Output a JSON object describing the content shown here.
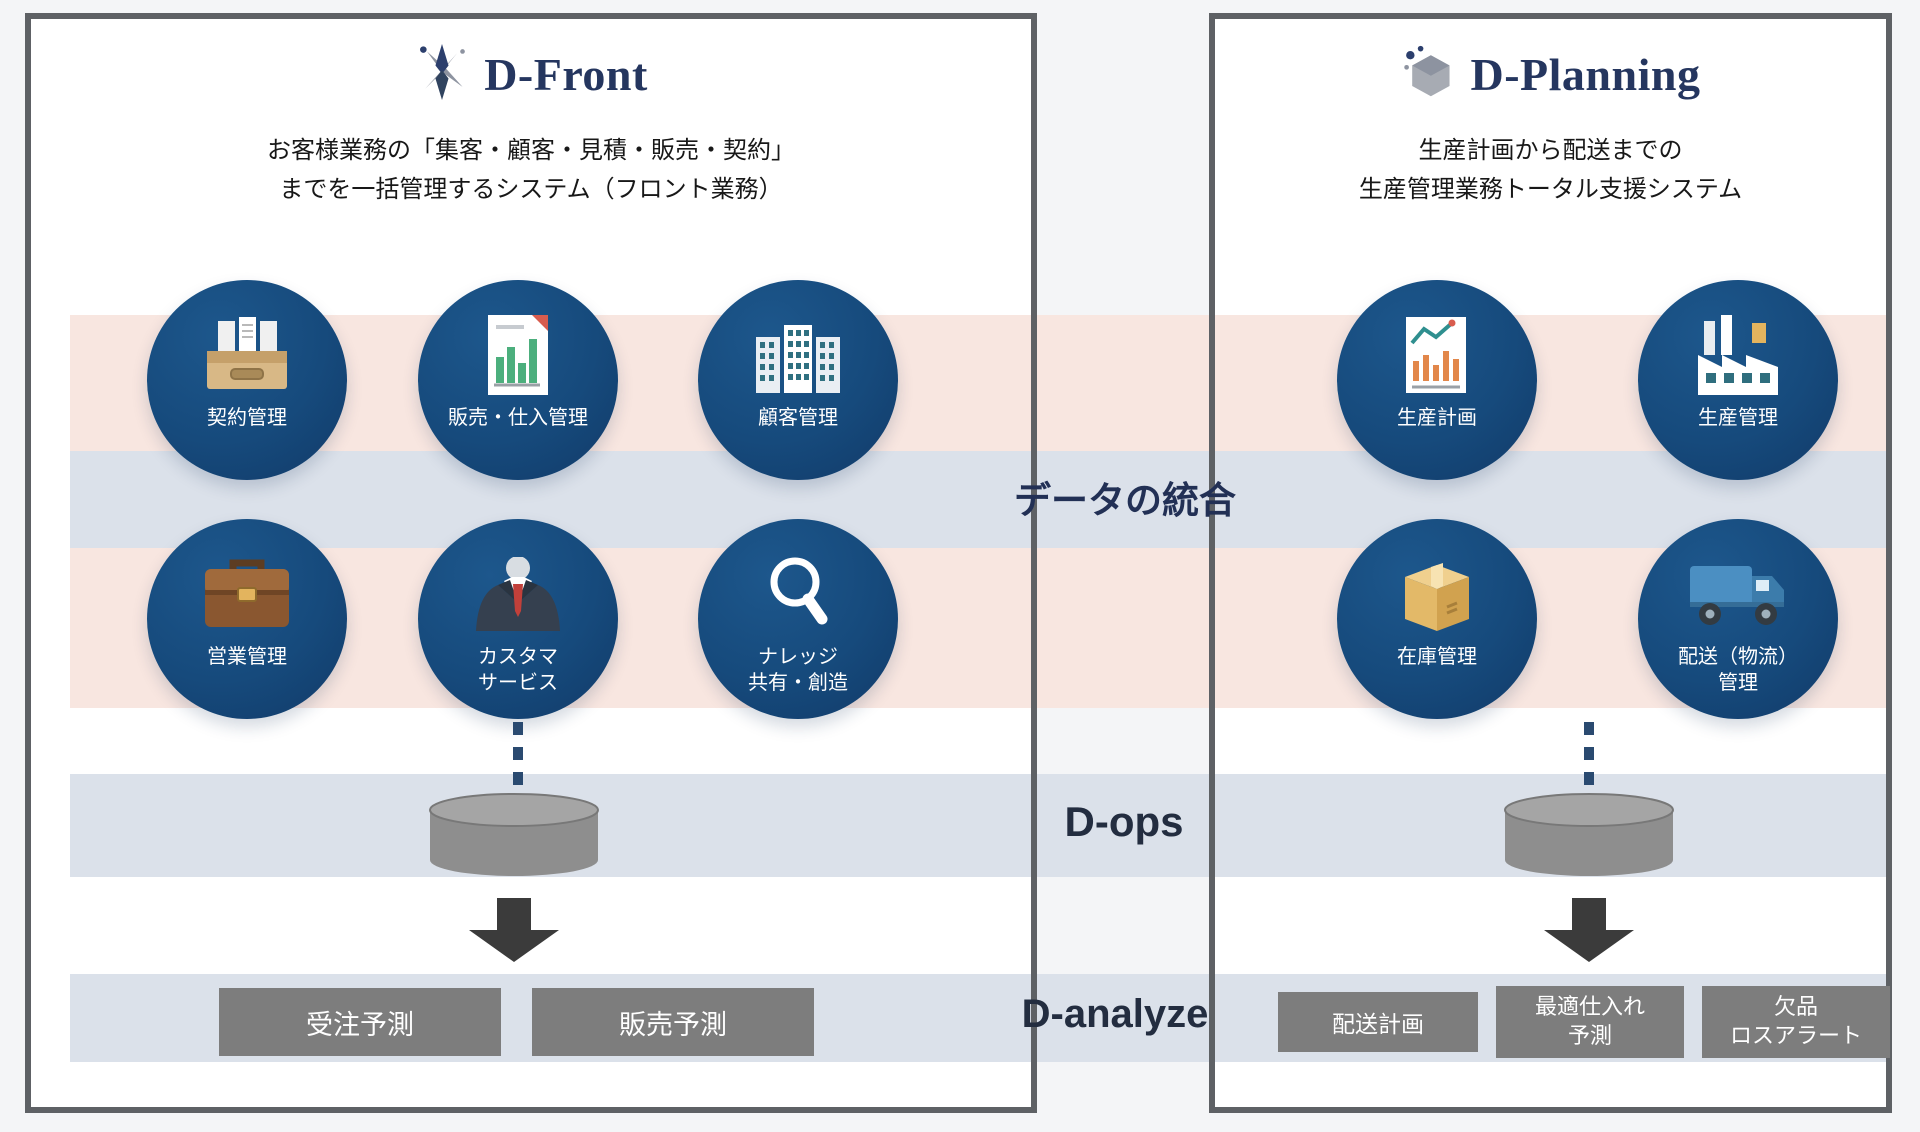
{
  "left_panel": {
    "title": "D-Front",
    "subtitle": "お客様業務の「集客・顧客・見積・販売・契約」\nまでを一括管理するシステム（フロント業務）",
    "modules": [
      {
        "label": "契約管理"
      },
      {
        "label": "販売・仕入管理"
      },
      {
        "label": "顧客管理"
      },
      {
        "label": "営業管理"
      },
      {
        "label": "カスタマ\nサービス"
      },
      {
        "label": "ナレッジ\n共有・創造"
      }
    ]
  },
  "right_panel": {
    "title": "D-Planning",
    "subtitle": "生産計画から配送までの\n生産管理業務トータル支援システム",
    "modules": [
      {
        "label": "生産計画"
      },
      {
        "label": "生産管理"
      },
      {
        "label": "在庫管理"
      },
      {
        "label": "配送（物流）\n管理"
      }
    ]
  },
  "bands": {
    "integration": "データの統合",
    "dops": "D-ops",
    "danalyze": "D-analyze"
  },
  "analyze": {
    "left_buttons": [
      "受注予測",
      "販売予測"
    ],
    "right_buttons": [
      "配送計画",
      "最適仕入れ\n予測",
      "欠品\nロスアラート"
    ]
  },
  "colors": {
    "bg": "#f4f5f7",
    "border_gray": "#5e6165",
    "circle_blue": "#164a7c",
    "band_pink": "#f8e6e0",
    "band_blue": "#dbe1ea",
    "button_gray": "#7d7d7d",
    "navy": "#25365f",
    "band_navy": "#223055",
    "dark": "#232d40",
    "connector_navy": "#2a4a70",
    "cylinder_gray": "#8e8e8e",
    "arrow_dark": "#3b3b3b"
  }
}
